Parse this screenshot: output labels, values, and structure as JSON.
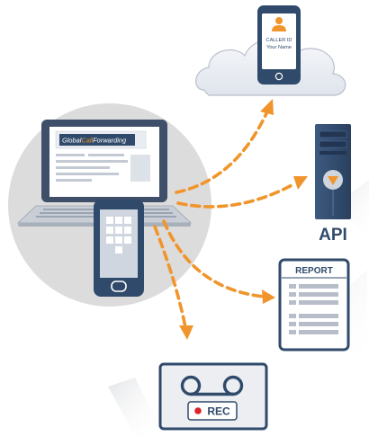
{
  "cloud_phone": {
    "line1": "CALLER ID",
    "line2": "Your Name"
  },
  "laptop_screen": {
    "brand_prefix": "Global",
    "brand_mid": "Call",
    "brand_suffix": "Forwarding"
  },
  "server": {
    "label": "API"
  },
  "report": {
    "title": "REPORT"
  },
  "recorder": {
    "label": "REC"
  },
  "colors": {
    "navy": "#2f4a6b",
    "accent_orange": "#f0952b",
    "circle_bg": "#dcdcdc",
    "cloud_fill": "#eef1f6",
    "rec_dot": "#d9262b"
  }
}
